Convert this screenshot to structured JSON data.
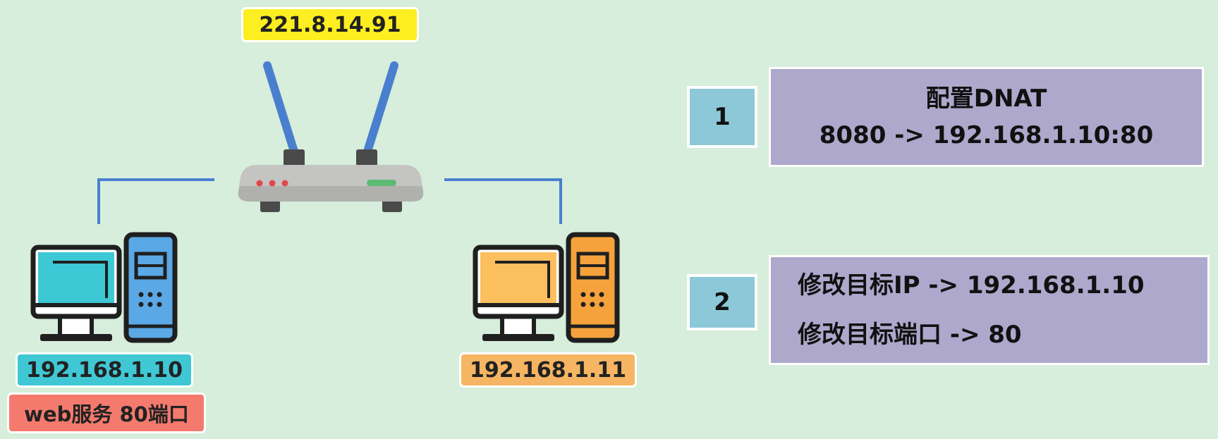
{
  "router": {
    "public_ip": "221.8.14.91"
  },
  "host_a": {
    "ip": "192.168.1.10",
    "service": "web服务 80端口"
  },
  "host_b": {
    "ip": "192.168.1.11"
  },
  "steps": [
    {
      "number": "1",
      "lines": [
        "配置DNAT",
        "8080 -> 192.168.1.10:80"
      ]
    },
    {
      "number": "2",
      "lines": [
        "修改目标IP -> 192.168.1.10",
        "修改目标端口 -> 80"
      ]
    }
  ],
  "colors": {
    "background": "#d6eedb",
    "router_ip_tag": "#fcee21",
    "host_a_tag": "#3fc8d4",
    "service_tag": "#f47a6e",
    "host_b_tag": "#f6b562",
    "step_number_box": "#8cc8d8",
    "step_desc_box": "#aea8cc",
    "link_line": "#4a7fcf"
  }
}
